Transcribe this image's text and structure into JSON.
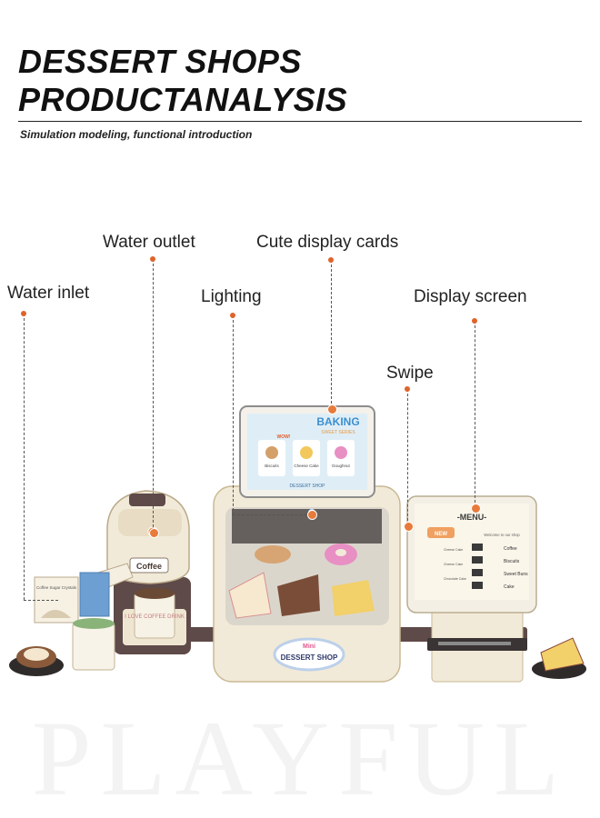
{
  "header": {
    "title_line1": "DESSERT SHOPS",
    "title_line2": "PRODUCTANALYSIS",
    "subtitle": "Simulation modeling, functional introduction"
  },
  "callouts": {
    "water_outlet": "Water outlet",
    "cute_display_cards": "Cute display cards",
    "water_inlet": "Water inlet",
    "lighting": "Lighting",
    "display_screen": "Display screen",
    "swipe": "Swipe"
  },
  "product": {
    "coffee_label": "Coffee",
    "box_label": "Coffee Sugar Crystals",
    "cup_label": "I LOVE COFFEE DRINK",
    "display_card": {
      "title": "BAKING",
      "subtitle": "SWEET SERIES",
      "badge": "WOW!",
      "items": [
        "Biscuits",
        "Cheese Cake",
        "Doughnut"
      ],
      "footer": "DESSERT SHOP"
    },
    "sign": {
      "top": "Mini",
      "main": "DESSERT SHOP"
    },
    "menu": {
      "title": "-MENU-",
      "welcome": "Welcome to our shop",
      "new_badge": "NEW",
      "items": [
        "Coffee",
        "Biscuits",
        "Sweet Buns",
        "Cake"
      ],
      "left_items": [
        "Cheese Cake",
        "Cheese Cake",
        "Chocolate Cake"
      ]
    }
  },
  "watermark": "PLAYFUL",
  "colors": {
    "accent_dot": "#e0632a",
    "cream": "#f2ead8",
    "brown": "#5e4a48"
  }
}
